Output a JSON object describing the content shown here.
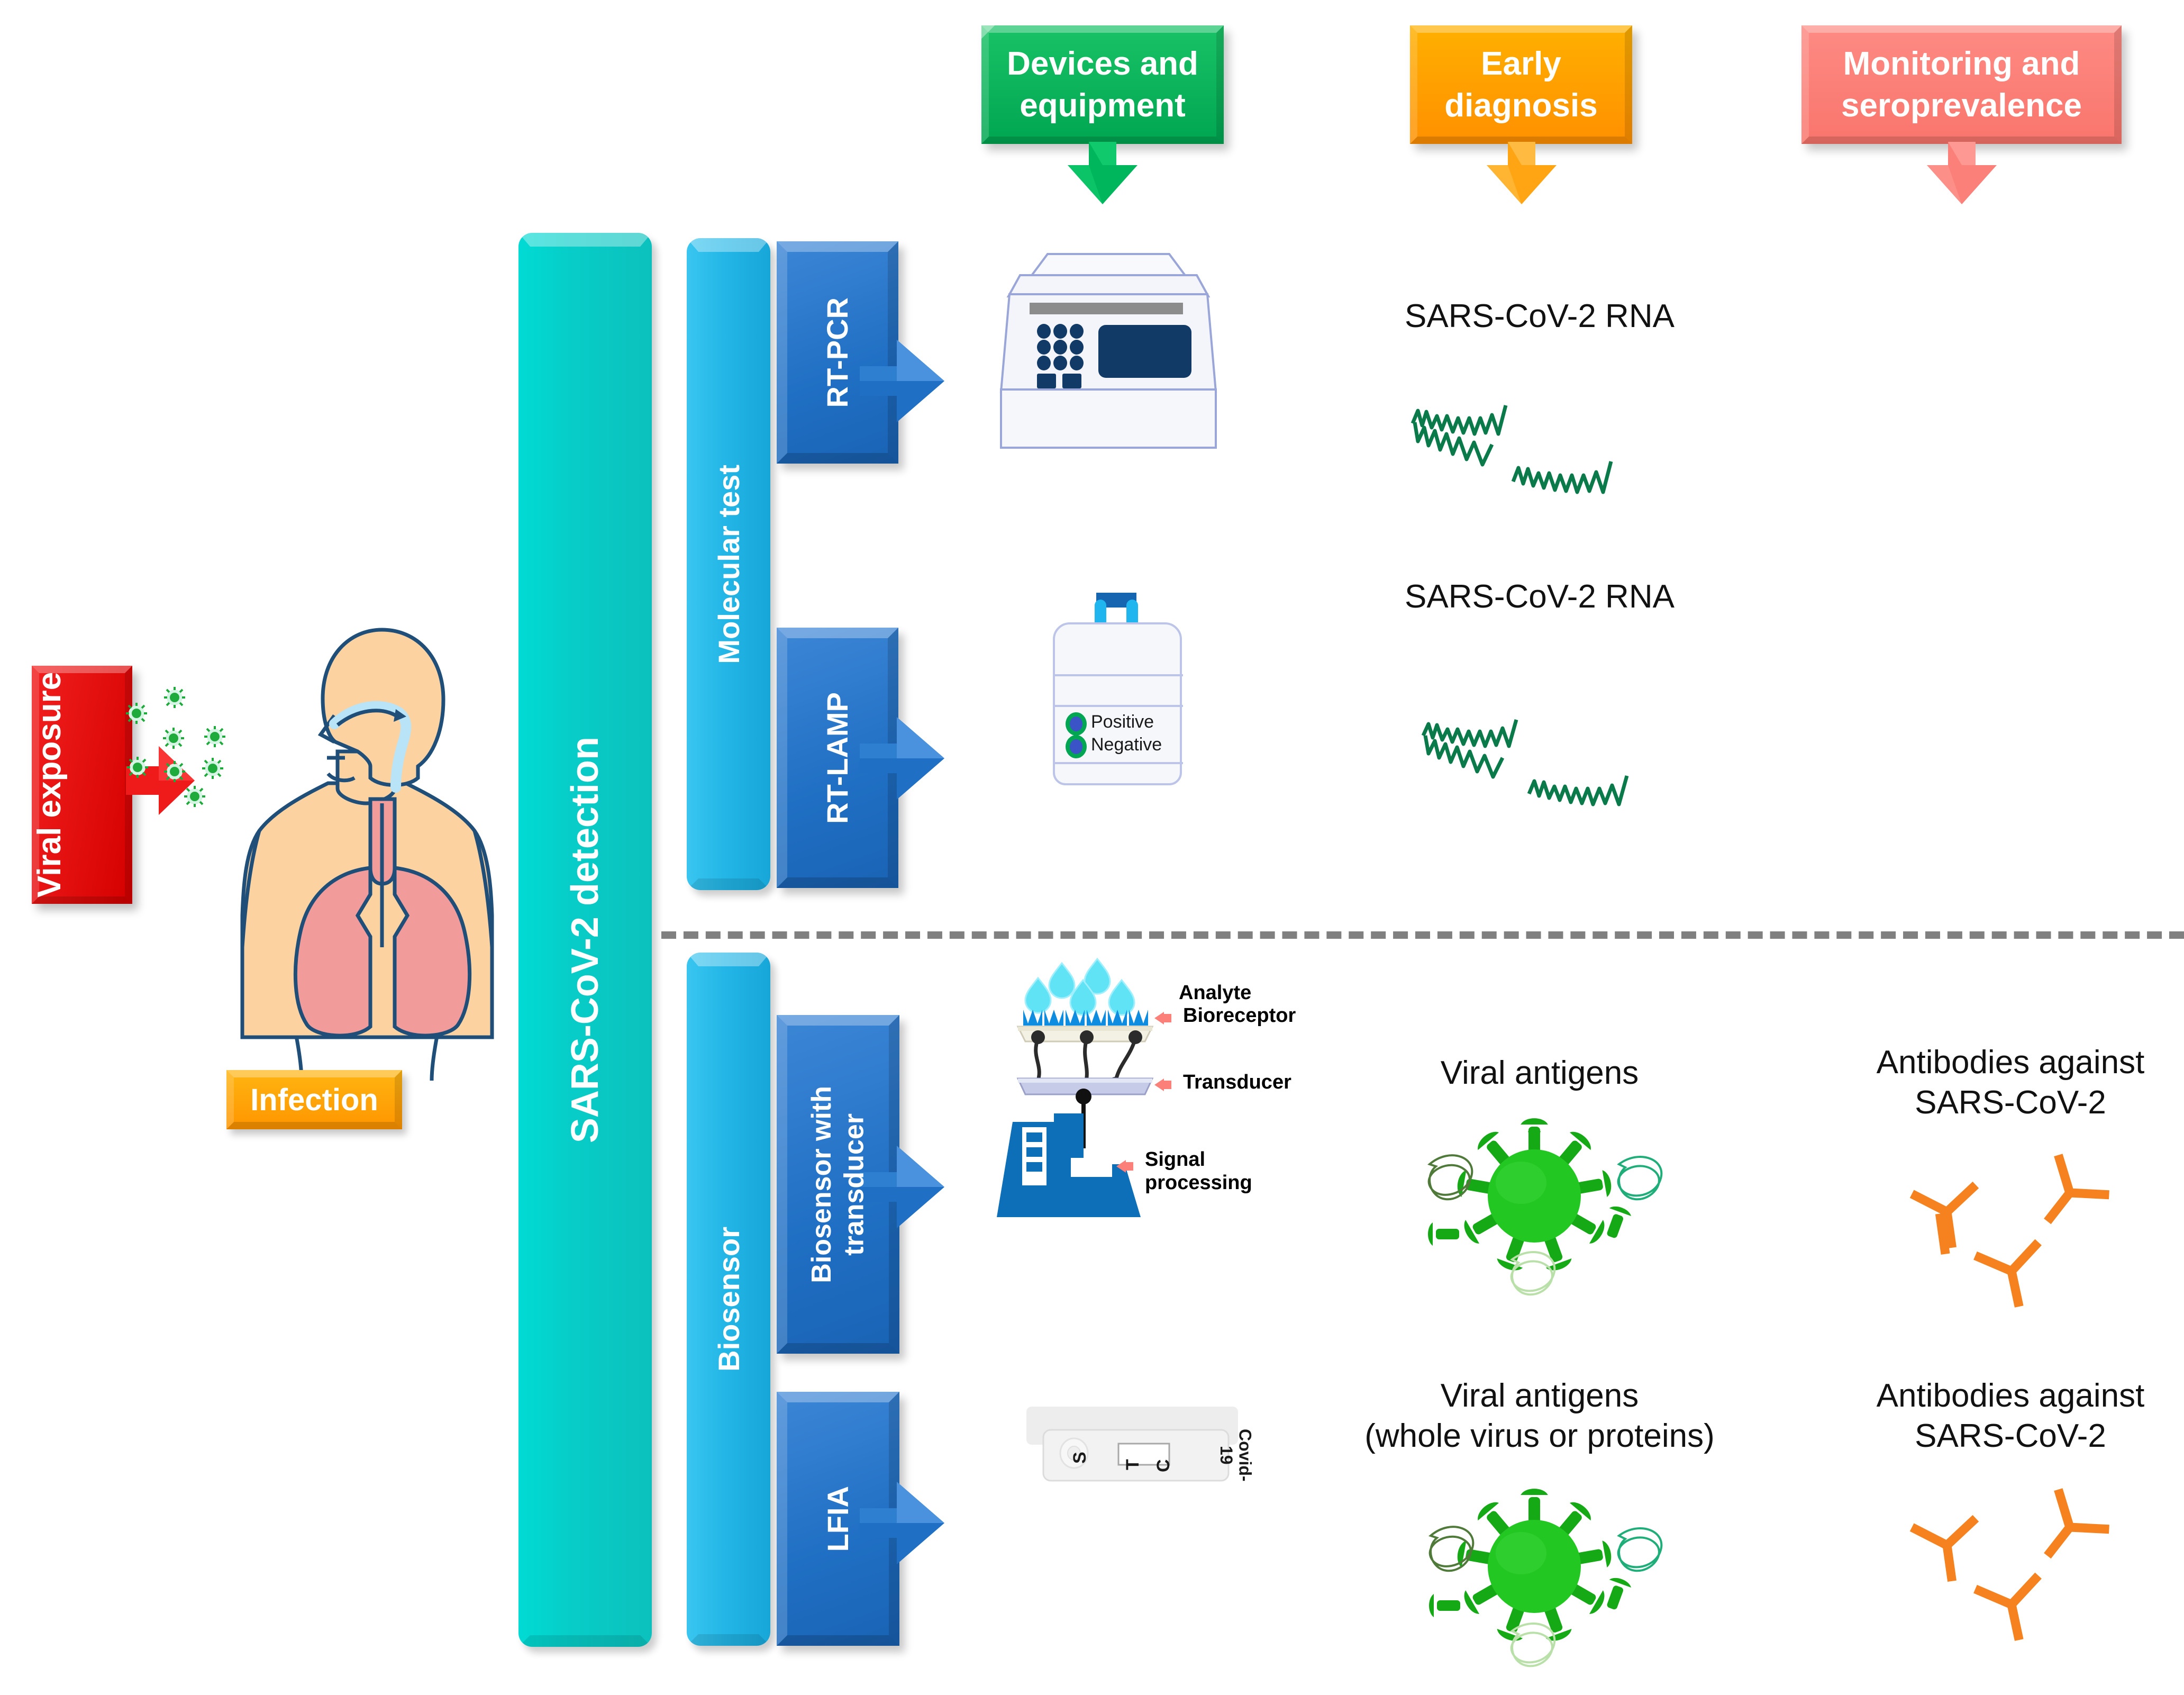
{
  "headers": [
    {
      "id": "devices",
      "label": "Devices and\nequipment",
      "color": "#00a651",
      "arrow_color": "#00b65c"
    },
    {
      "id": "early",
      "label": "Early\ndiagnosis",
      "color": "#ff9900",
      "arrow_color": "#ffa412"
    },
    {
      "id": "monitoring",
      "label": "Monitoring  and\nseroprevalence",
      "color": "#f9756c",
      "arrow_color": "#fa8079"
    }
  ],
  "exposure": {
    "label": "Viral\nexposure",
    "color": "#e00000",
    "arrow_color": "#ef1b1b"
  },
  "patient": {
    "infection_badge": "Infection",
    "infection_color": "#ff9500",
    "skin_color": "#fbd2a0",
    "lung_color": "#f29b9b",
    "outline_color": "#1f4e79",
    "virus_particle_color": "#1faa3c",
    "nasal_swab_color": "#b9e4f7"
  },
  "main_bar": {
    "label": "SARS-CoV-2 detection",
    "color": "#0ccac5"
  },
  "categories": [
    {
      "id": "molecular",
      "label": "Molecular test",
      "color": "#23b6e6"
    },
    {
      "id": "biosensor",
      "label": "Biosensor",
      "color": "#23b6e6"
    }
  ],
  "methods": [
    {
      "id": "rtpcr",
      "label": "RT-PCR",
      "color": "#1f6fc4"
    },
    {
      "id": "rtlamp",
      "label": "RT-LAMP",
      "color": "#1f6fc4"
    },
    {
      "id": "biosensor_transducer",
      "label": "Biosensor with\ntransducer",
      "color": "#1f6fc4"
    },
    {
      "id": "lfia",
      "label": "LFIA",
      "color": "#1f6fc4"
    }
  ],
  "devices": {
    "thermocycler": {
      "name": "thermocycler-device",
      "body_color": "#f4f5fa",
      "outline_color": "#9aa6d8",
      "screen_color": "#123a66",
      "slot_color": "#8c8c8c"
    },
    "lamp_reader": {
      "name": "rt-lamp-reader",
      "body_color": "#f6f7fb",
      "outline_color": "#bcc4e8",
      "tube_color": "#1fb6f0",
      "cap_color": "#1565b0",
      "legend": [
        {
          "label": "Positive",
          "dot_color": "#00a651"
        },
        {
          "label": "Negative",
          "dot_color": "#00a651"
        }
      ]
    },
    "biosensor_schematic": {
      "name": "biosensor-schematic",
      "labels": [
        "Analyte",
        "Bioreceptor",
        "Transducer",
        "Signal\nprocessing"
      ],
      "droplet_color": "#5fe3f5",
      "receptor_color": "#0d8ce0",
      "transducer_color": "#c6cbe8",
      "instrument_color": "#0c6fb8",
      "pointer_color": "#fa8079"
    },
    "lfia_cassette": {
      "name": "lfia-cassette",
      "body_color": "#f2f2f2",
      "outline_color": "#d8d8d8",
      "marks": [
        "S",
        "T",
        "C"
      ],
      "brand": "Covid-\n19"
    }
  },
  "targets": {
    "rtpcr": {
      "early": "SARS-CoV-2 RNA",
      "monitoring": ""
    },
    "rtlamp": {
      "early": "SARS-CoV-2 RNA",
      "monitoring": ""
    },
    "biosensor_transducer": {
      "early": "Viral antigens",
      "monitoring": "Antibodies against\nSARS-CoV-2"
    },
    "lfia": {
      "early": "Viral antigens\n(whole virus or proteins)",
      "monitoring": "Antibodies against\nSARS-CoV-2"
    }
  },
  "graphics": {
    "rna_color": "#0b7a4b",
    "virion_color": "#22c722",
    "virion_spike_color": "#16a916",
    "antibody_color": "#f5821f",
    "protein_colors": [
      "#4f7a3a",
      "#1fae7a",
      "#b9e0a8"
    ]
  },
  "divider": {
    "style": "dashed",
    "color": "#808080"
  }
}
